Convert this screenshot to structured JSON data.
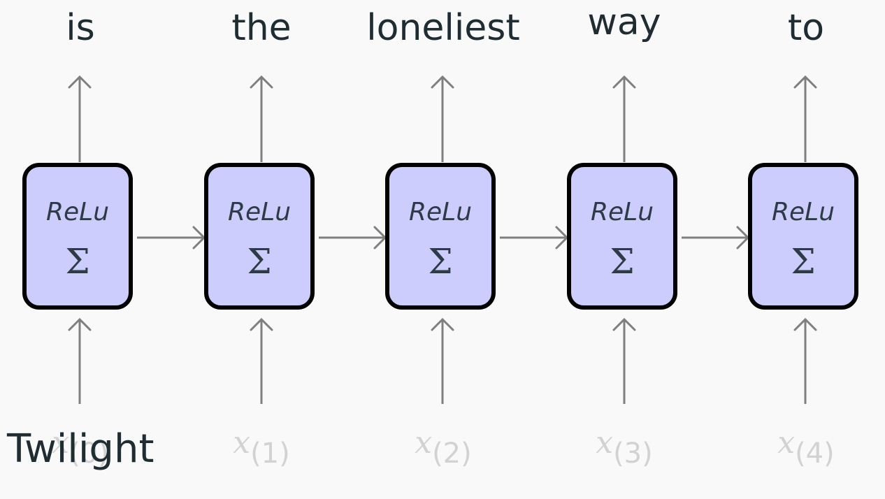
{
  "cells": [
    {
      "activation": "ReLu",
      "op": "Σ",
      "output": "is",
      "x_var": "x",
      "x_index": "(0)"
    },
    {
      "activation": "ReLu",
      "op": "Σ",
      "output": "the",
      "x_var": "x",
      "x_index": "(1)"
    },
    {
      "activation": "ReLu",
      "op": "Σ",
      "output": "loneliest",
      "x_var": "x",
      "x_index": "(2)"
    },
    {
      "activation": "ReLu",
      "op": "Σ",
      "output": "way",
      "x_var": "x",
      "x_index": "(3)"
    },
    {
      "activation": "ReLu",
      "op": "Σ",
      "output": "to",
      "x_var": "x",
      "x_index": "(4)"
    }
  ],
  "input_word": "Twilight",
  "colors": {
    "cell_fill": "#cccdfd",
    "cell_border": "#000000",
    "arrow": "#7f7f7f",
    "text": "#1f2d33",
    "faded_label": "#d2d2d2",
    "background": "#f9f9f9"
  }
}
